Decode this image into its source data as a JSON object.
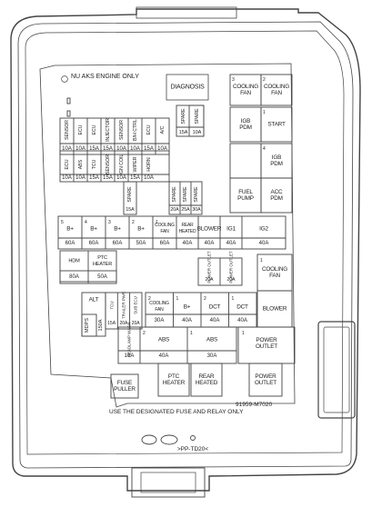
{
  "header": {
    "engine_note": "NU AKS ENGINE ONLY",
    "diagnosis": "DIAGNOSIS",
    "part_code": "91959-M7020",
    "footer_note": "USE THE DESIGNATED FUSE AND RELAY ONLY",
    "material_code": ">PP-TD20<"
  },
  "relays": {
    "cooling_fan_3": {
      "num": "3",
      "label": "COOLING\nFAN"
    },
    "cooling_fan_2": {
      "num": "2",
      "label": "COOLING\nFAN"
    },
    "igb_pdm_left": {
      "label": "IGB\nPDM"
    },
    "start": {
      "num": "1",
      "label": "START"
    },
    "igb_pdm_right": {
      "num": "4",
      "label": "IGB\nPDM"
    },
    "fuel_pump": {
      "label": "FUEL\nPUMP"
    },
    "acc_pdm": {
      "label": "ACC\nPDM"
    },
    "cooling_fan_mid": {
      "num": "1",
      "label": "COOLING\nFAN"
    },
    "blower": {
      "label": "BLOWER"
    },
    "ptc_heater_relay": {
      "label": "PTC\nHEATER"
    },
    "rear_heated_relay": {
      "label": "REAR\nHEATED"
    },
    "power_outlet_bottom": {
      "label": "POWER\nOUTLET"
    },
    "fuse_puller": {
      "label": "FUSE\nPULLER"
    }
  },
  "top_fuses_row1": [
    {
      "label": "SENSOR",
      "amp": "10A"
    },
    {
      "label": "ECU",
      "amp": "10A"
    },
    {
      "label": "ECU",
      "amp": "15A"
    },
    {
      "label": "INJECTOR",
      "amp": "15A"
    },
    {
      "label": "SENSOR",
      "amp": "10A"
    },
    {
      "label": "B/H CTRL",
      "amp": "10A"
    },
    {
      "label": "ECU",
      "amp": "15A"
    },
    {
      "label": "A/C",
      "amp": "10A"
    }
  ],
  "top_fuses_row2": [
    {
      "label": "ECU",
      "amp": "10A"
    },
    {
      "label": "ABS",
      "amp": "10A"
    },
    {
      "label": "TCU",
      "amp": "15A"
    },
    {
      "label": "SENSOR",
      "amp": "15A"
    },
    {
      "label": "IGN COIL",
      "amp": "10A"
    },
    {
      "label": "WIPER",
      "amp": "15A"
    },
    {
      "label": "HORN",
      "amp": "10A"
    }
  ],
  "spare_top": [
    {
      "label": "SPARE",
      "amp": "15A"
    },
    {
      "label": "SPARE",
      "amp": "10A"
    }
  ],
  "spare_mid": [
    {
      "label": "SPARE",
      "amp": "15A"
    },
    {
      "label": "SPARE",
      "amp": "20A"
    },
    {
      "label": "SPARE",
      "amp": "25A"
    },
    {
      "label": "SPARE",
      "amp": "30A"
    }
  ],
  "multi_fuse_row": [
    {
      "num": "5",
      "label": "B+",
      "amp": "60A"
    },
    {
      "num": "4",
      "label": "B+",
      "amp": "60A"
    },
    {
      "num": "3",
      "label": "B+",
      "amp": "60A"
    },
    {
      "num": "2",
      "label": "B+",
      "amp": "50A"
    },
    {
      "num": "1",
      "label": "COOLING\nFAN",
      "amp": "60A"
    },
    {
      "label": "REAR\nHEATED",
      "amp": "40A"
    },
    {
      "label": "BLOWER",
      "amp": "40A"
    },
    {
      "label": "IG1",
      "amp": "40A"
    },
    {
      "label": "IG2",
      "amp": "40A"
    }
  ],
  "mid_left": [
    {
      "label": "HDM",
      "amp": "80A"
    },
    {
      "label": "PTC\nHEATER",
      "amp": "50A"
    }
  ],
  "power_outlet_small": [
    {
      "label": "POWER\nOUTLET",
      "amp": "20A"
    },
    {
      "label": "POWER\nOUTLET",
      "amp": "20A"
    }
  ],
  "lower_left": {
    "alt": "ALT",
    "alt_amp": "150A",
    "mdps": "MDPS",
    "mdps_amp": "80A",
    "small": [
      {
        "label": "TCU",
        "amp": "15A"
      },
      {
        "label": "TRAILER\nPWR",
        "amp": "20A"
      },
      {
        "label": "SUB\nECU",
        "amp": "20A"
      }
    ]
  },
  "mid_right_row": [
    {
      "num": "2",
      "label": "COOLING\nFAN",
      "amp": "30A"
    },
    {
      "num": "1",
      "label": "B+",
      "amp": "40A"
    },
    {
      "num": "2",
      "label": "DCT",
      "amp": "40A"
    },
    {
      "num": "1",
      "label": "DCT",
      "amp": "40A"
    }
  ],
  "abs_row": [
    {
      "label": "HEADLAMP\nWASH",
      "amp": "10A"
    },
    {
      "num": "2",
      "label": "ABS",
      "amp": "40A"
    },
    {
      "num": "1",
      "label": "ABS",
      "amp": "30A"
    }
  ],
  "power_outlet_right": {
    "num": "1",
    "label": "POWER\nOUTLET"
  }
}
